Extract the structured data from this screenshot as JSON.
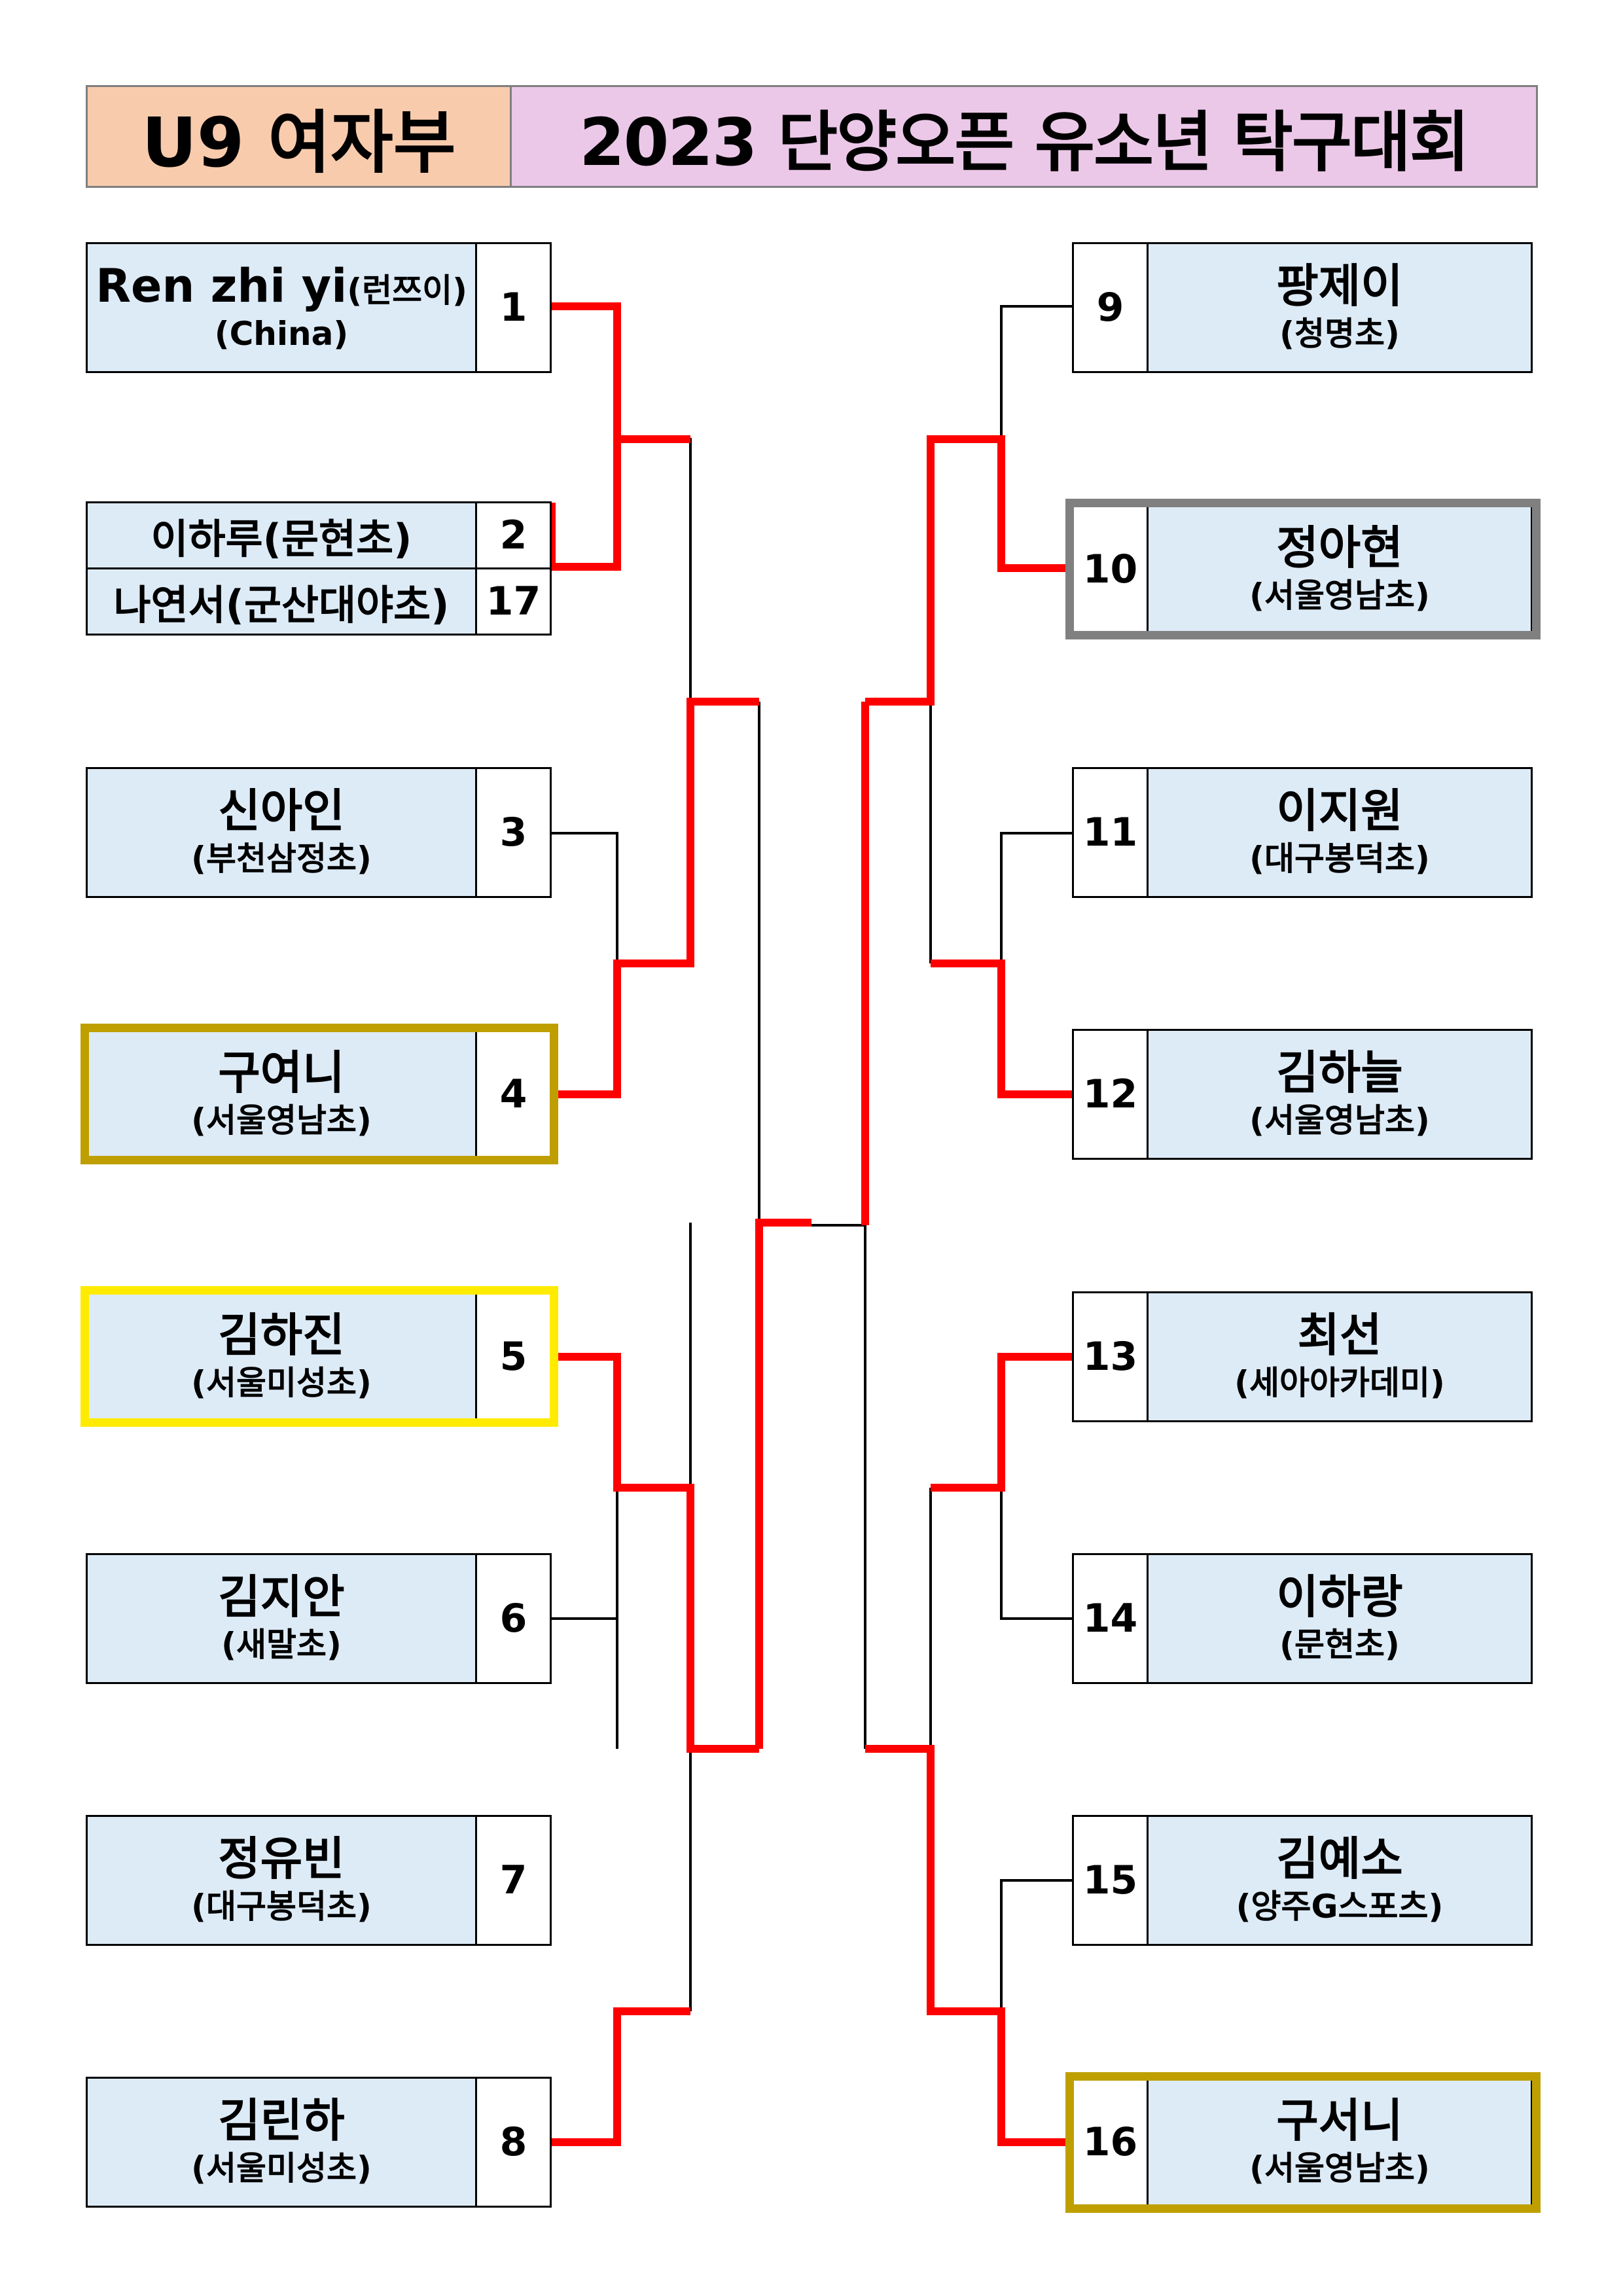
{
  "header": {
    "division": "U9  여자부",
    "tournament": "2023 단양오픈  유소년  탁구대회"
  },
  "colors": {
    "win_line": "#ff0000",
    "line": "#000000",
    "player_fill": "#ddebf7",
    "seed_gold": "#bf9f00",
    "seed_yellow": "#ffeb00",
    "seed_gray": "#808080"
  },
  "left_players": [
    {
      "seed": "1",
      "name": "Ren zhi yi",
      "name_suffix": "(런쯔이)",
      "school": "(China)"
    },
    {
      "seed": "2",
      "name": "이하루(문현초)",
      "seed_b": "17",
      "name_b": "나연서(군산대야초)"
    },
    {
      "seed": "3",
      "name": "신아인",
      "school": "(부천삼정초)"
    },
    {
      "seed": "4",
      "name": "구여니",
      "school": "(서울영남초)"
    },
    {
      "seed": "5",
      "name": "김하진",
      "school": "(서울미성초)"
    },
    {
      "seed": "6",
      "name": "김지안",
      "school": "(새말초)"
    },
    {
      "seed": "7",
      "name": "정유빈",
      "school": "(대구봉덕초)"
    },
    {
      "seed": "8",
      "name": "김린하",
      "school": "(서울미성초)"
    }
  ],
  "right_players": [
    {
      "seed": "9",
      "name": "팡제이",
      "school": "(청명초)"
    },
    {
      "seed": "10",
      "name": "정아현",
      "school": "(서울영남초)"
    },
    {
      "seed": "11",
      "name": "이지원",
      "school": "(대구봉덕초)"
    },
    {
      "seed": "12",
      "name": "김하늘",
      "school": "(서울영남초)"
    },
    {
      "seed": "13",
      "name": "최선",
      "school": "(세아아카데미)"
    },
    {
      "seed": "14",
      "name": "이하랑",
      "school": "(문현초)"
    },
    {
      "seed": "15",
      "name": "김예소",
      "school": "(양주G스포츠)"
    },
    {
      "seed": "16",
      "name": "구서니",
      "school": "(서울영남초)"
    }
  ]
}
